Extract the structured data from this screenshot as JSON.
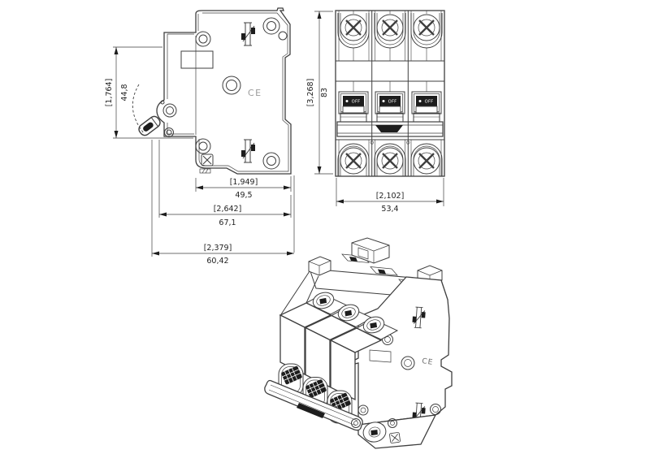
{
  "colors": {
    "background": "#ffffff",
    "line": "#3f3f3f",
    "dark_fill": "#1d1d1d",
    "text": "#1f1f1f",
    "ce_gray": "#9b9b9b"
  },
  "side_view": {
    "dim_front_height_in": "[1,764]",
    "dim_front_height_mm": "44,8",
    "dim_depth_body_in": "[1,949]",
    "dim_depth_body_mm": "49,5",
    "dim_depth_overall_in": "[2,642]",
    "dim_depth_overall_mm": "67,1",
    "dim_depth_mounting_in": "[2,379]",
    "dim_depth_mounting_mm": "60,42",
    "ce_mark": "CE"
  },
  "front_view": {
    "dim_height_in": "[3,268]",
    "dim_height_mm": "83",
    "dim_width_in": "[2,102]",
    "dim_width_mm": "53,4",
    "toggle_label": "OFF",
    "pole_count": 3
  },
  "iso_view": {
    "ce_mark": "CE"
  }
}
